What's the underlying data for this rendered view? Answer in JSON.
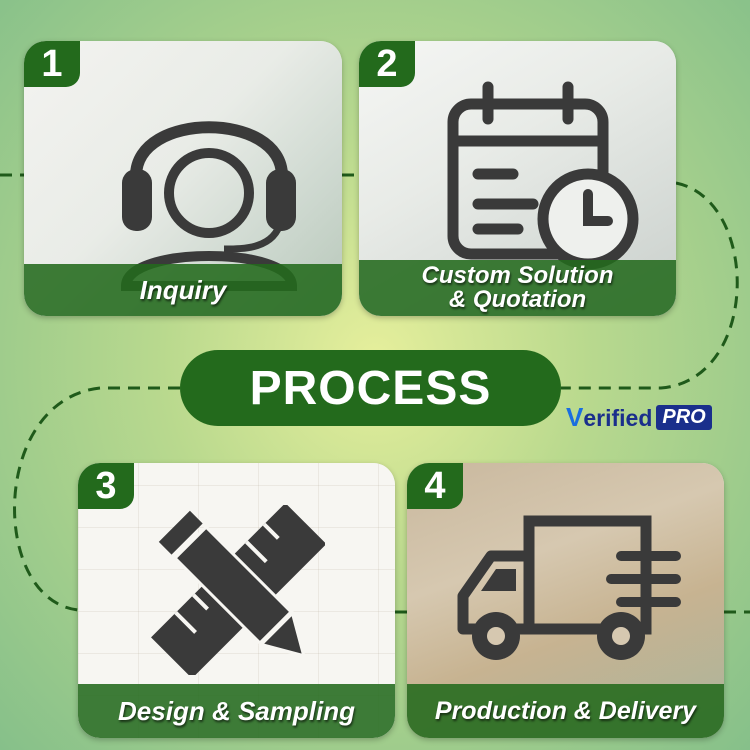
{
  "steps": [
    {
      "number": "1",
      "label": "Inquiry",
      "icon": "headset-agent-icon"
    },
    {
      "number": "2",
      "label_line1": "Custom Solution",
      "label_line2": "& Quotation",
      "icon": "calendar-clock-icon"
    },
    {
      "number": "3",
      "label": "Design & Sampling",
      "icon": "pencil-ruler-icon"
    },
    {
      "number": "4",
      "label": "Production & Delivery",
      "icon": "delivery-truck-icon"
    }
  ],
  "center": {
    "title": "PROCESS"
  },
  "badge": {
    "first_letter": "V",
    "word": "erified",
    "tag": "PRO"
  },
  "colors": {
    "brand_green": "#236a1c",
    "badge_blue": "#1a2f8c",
    "icon_gray": "#3a3a3a"
  }
}
